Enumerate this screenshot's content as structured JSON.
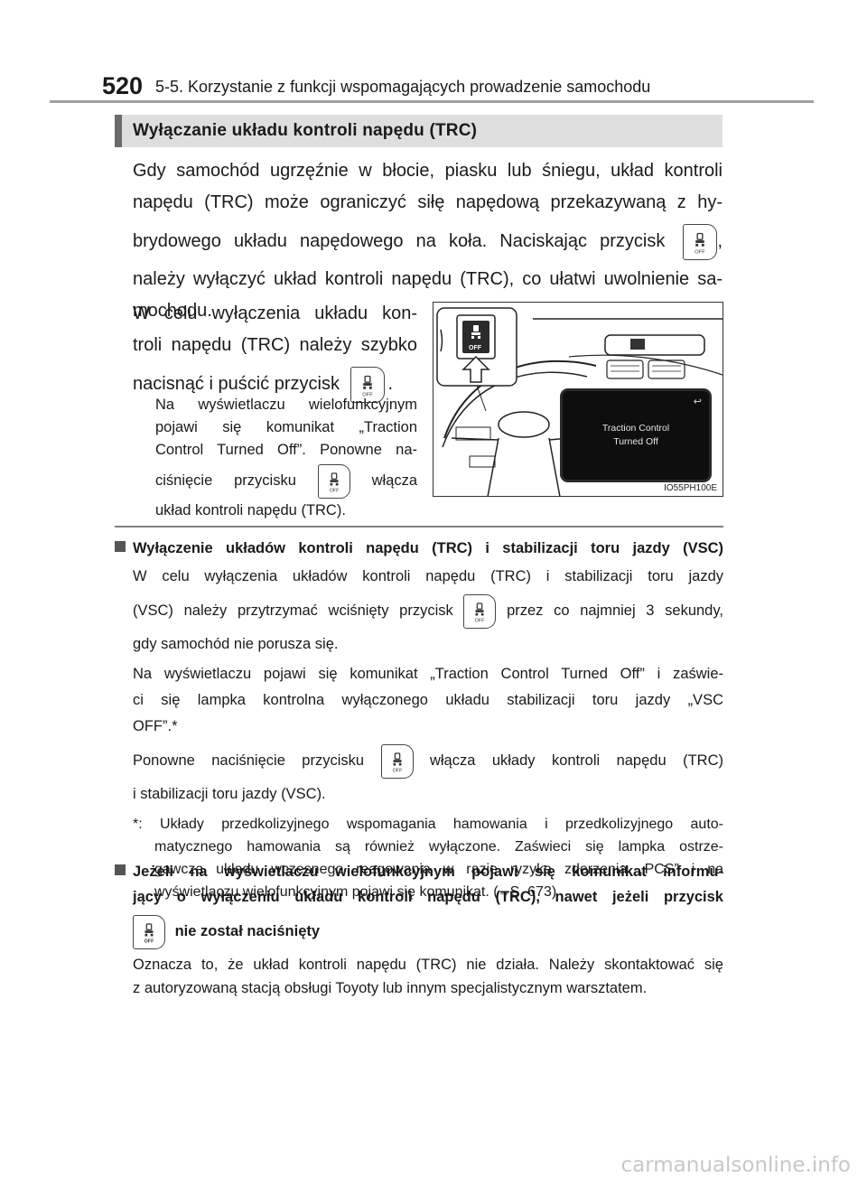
{
  "header": {
    "page_number": "520",
    "running_title": "5-5. Korzystanie z funkcji wspomagających prowadzenie samochodu"
  },
  "section": {
    "title": "Wyłączanie układu kontroli napędu (TRC)",
    "intro_l1": "Gdy samochód ugrzęźnie w błocie, piasku lub śniegu, układ kontroli",
    "intro_l2": "napędu (TRC) może ograniczyć siłę napędową przekazywaną z hy-",
    "intro_l3a": "brydowego układu napędowego na koła. Naciskając przycisk",
    "intro_l3b": ",",
    "intro_l4": "należy wyłączyć układ kontroli napędu (TRC), co ułatwi uwolnienie sa-",
    "intro_l5": "mochodu.",
    "step_l1": "W celu wyłączenia układu kon-",
    "step_l2": "troli napędu (TRC) należy szybko",
    "step_l3a": "nacisnąć i puścić przycisk",
    "step_l3b": ".",
    "note_l1": "Na wyświetlaczu wielofunkcyjnym",
    "note_l2": "pojawi się komunikat „Traction",
    "note_l3": "Control Turned Off”. Ponowne na-",
    "note_l4a": "ciśnięcie przycisku",
    "note_l4b": "włącza",
    "note_l5": "układ kontroli napędu (TRC)."
  },
  "figure": {
    "button_label": "OFF",
    "screen_line1": "Traction Control",
    "screen_line2": "Turned Off",
    "back_symbol": "↩",
    "code": "IO55PH100E"
  },
  "vsc": {
    "heading": "Wyłączenie układów kontroli napędu (TRC) i stabilizacji toru jazdy (VSC)",
    "p1_l1": "W celu wyłączenia układów kontroli napędu (TRC) i stabilizacji toru jazdy",
    "p1_l2a": "(VSC) należy przytrzymać wciśnięty przycisk",
    "p1_l2b": "przez co najmniej 3 sekundy,",
    "p1_l3": "gdy samochód nie porusza się.",
    "p2_l1": "Na wyświetlaczu pojawi się komunikat „Traction Control Turned Off” i zaświe-",
    "p2_l2": "ci się lampka kontrolna wyłączonego układu stabilizacji toru jazdy „VSC",
    "p2_l3": "OFF”.*",
    "p3_l1a": "Ponowne naciśnięcie przycisku",
    "p3_l1b": "włącza układy kontroli napędu (TRC)",
    "p3_l2": "i stabilizacji toru jazdy (VSC).",
    "fn_l1": "*: Układy przedkolizyjnego wspomagania hamowania i przedkolizyjnego auto-",
    "fn_l2": "matycznego hamowania są również wyłączone. Zaświeci się lampka ostrze-",
    "fn_l3": "gawcza układu wczesnego reagowania w razie ryzyka zderzenia „PCS” i na",
    "fn_l4a": "wyświetlaczu wielofunkcyjnym pojawi się komunikat. (",
    "fn_arrow": "→",
    "fn_l4b": "S. 673)"
  },
  "warn": {
    "heading_l1": "Jeżeli na wyświetlaczu wielofunkcyjnym pojawi się komunikat informu-",
    "heading_l2": "jący o wyłączeniu układu kontroli napędu (TRC), nawet jeżeli przycisk",
    "heading_l3": "nie został naciśnięty",
    "p_l1": "Oznacza to, że układ kontroli napędu (TRC) nie działa. Należy skontaktować się",
    "p_l2": "z autoryzowaną stacją obsługi Toyoty lub innym specjalistycznym warsztatem."
  },
  "icon_text": "OFF",
  "watermark": "carmanualsonline.info"
}
